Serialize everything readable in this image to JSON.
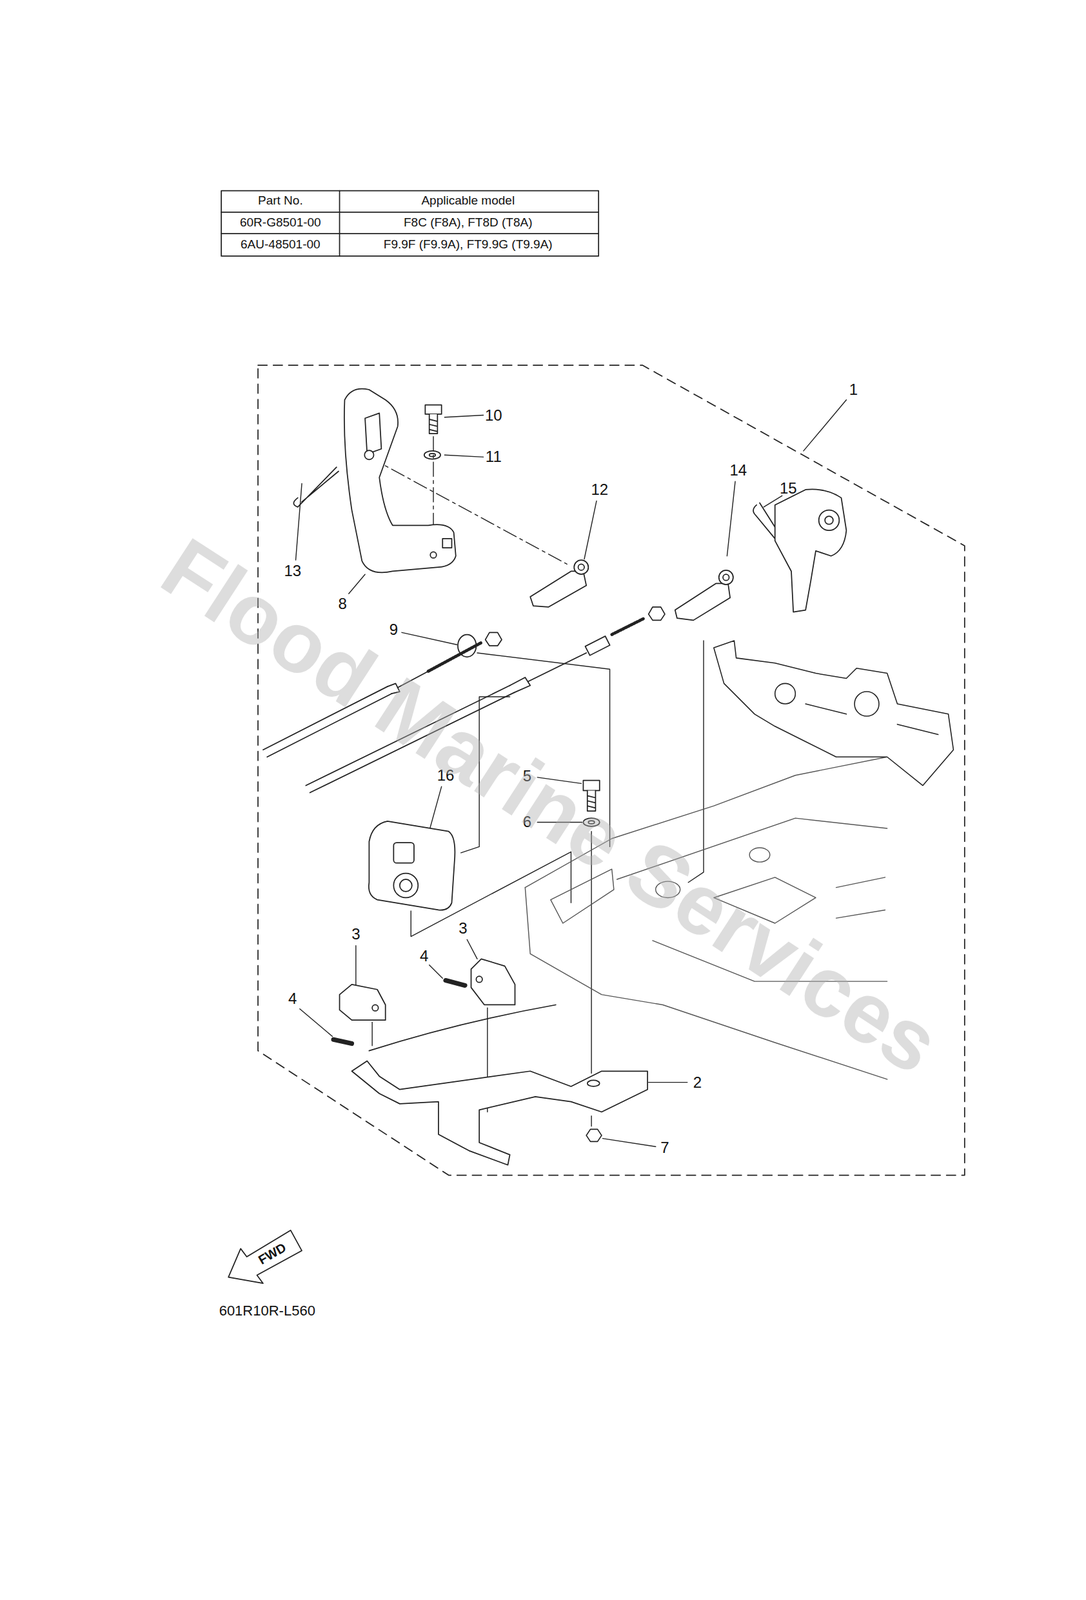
{
  "diagram": {
    "labels": [
      "Part No.",
      "Applicable model",
      "60R-G8501-00",
      "F8C (F8A), FT8D (T8A)",
      "6AU-48501-00",
      "F9.9F (F9.9A), FT9.9G (T9.9A)",
      "1",
      "10",
      "11",
      "14",
      "15",
      "12",
      "13",
      "8",
      "9",
      "16",
      "5",
      "6",
      "3",
      "3",
      "4",
      "4",
      "2",
      "7",
      "Flood Marine Services",
      "FWD",
      "601R10R-L560"
    ]
  }
}
